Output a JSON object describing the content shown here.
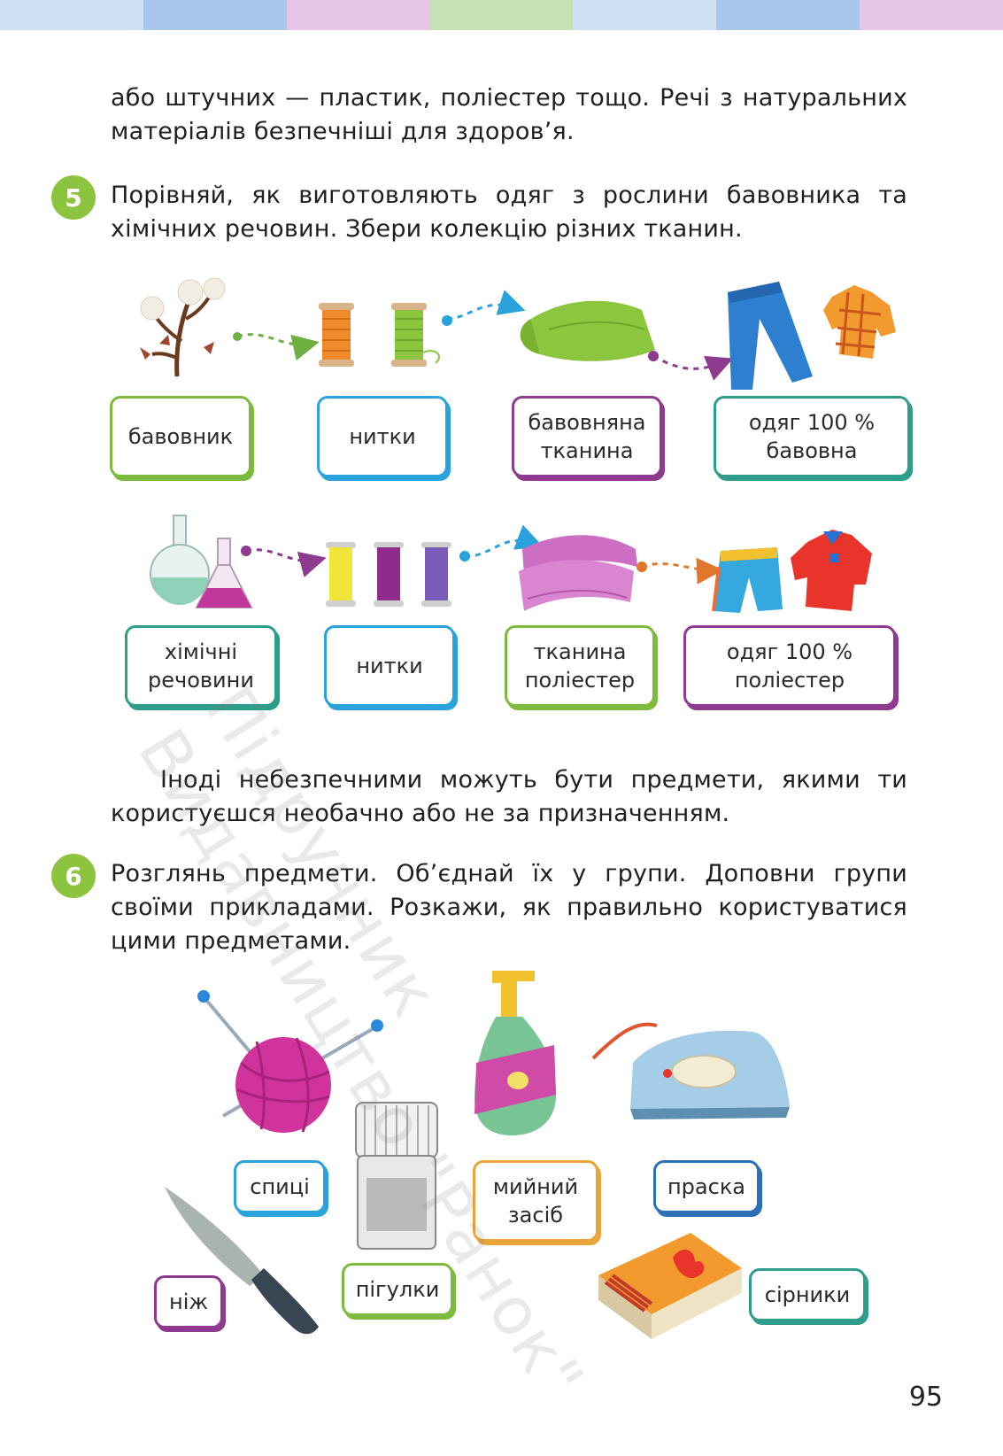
{
  "topbar_colors": [
    "#cfe0f5",
    "#a9c7ec",
    "#e5c4e6",
    "#c6e1b4",
    "#cfe0f5",
    "#a9c7ec",
    "#e5c4e6"
  ],
  "intro_text": "або штучних — пластик, поліестер тощо. Речі з натуральних матеріалів безпечніші для здоров’я.",
  "task5": {
    "number": "5",
    "text": "Порівняй, як виготовляють одяг з рослини бавовника та хімічних речовин. Збери колекцію різних тканин.",
    "row1": [
      {
        "label": "бавовник"
      },
      {
        "label": "нитки"
      },
      {
        "label": "бавовняна тканина"
      },
      {
        "label": "одяг 100 % бавовна"
      }
    ],
    "row2": [
      {
        "label": "хімічні речовини"
      },
      {
        "label": "нитки"
      },
      {
        "label": "тканина поліестер"
      },
      {
        "label": "одяг 100 % поліестер"
      }
    ]
  },
  "middle_text": "Іноді небезпечними можуть бути предмети, якими ти користуєшся необачно або не за призначенням.",
  "task6": {
    "number": "6",
    "text": "Розглянь предмети. Об’єднай їх у групи. Доповни групи своїми прикладами. Розкажи, як правильно користуватися цими предметами.",
    "items": {
      "needles": "спиці",
      "cleaner": "мийний засіб",
      "iron": "праска",
      "knife": "ніж",
      "pills": "пігулки",
      "matches": "сірники"
    }
  },
  "watermark": [
    "Підручник",
    "Видавництво \"Ранок\""
  ],
  "page_number": "95"
}
